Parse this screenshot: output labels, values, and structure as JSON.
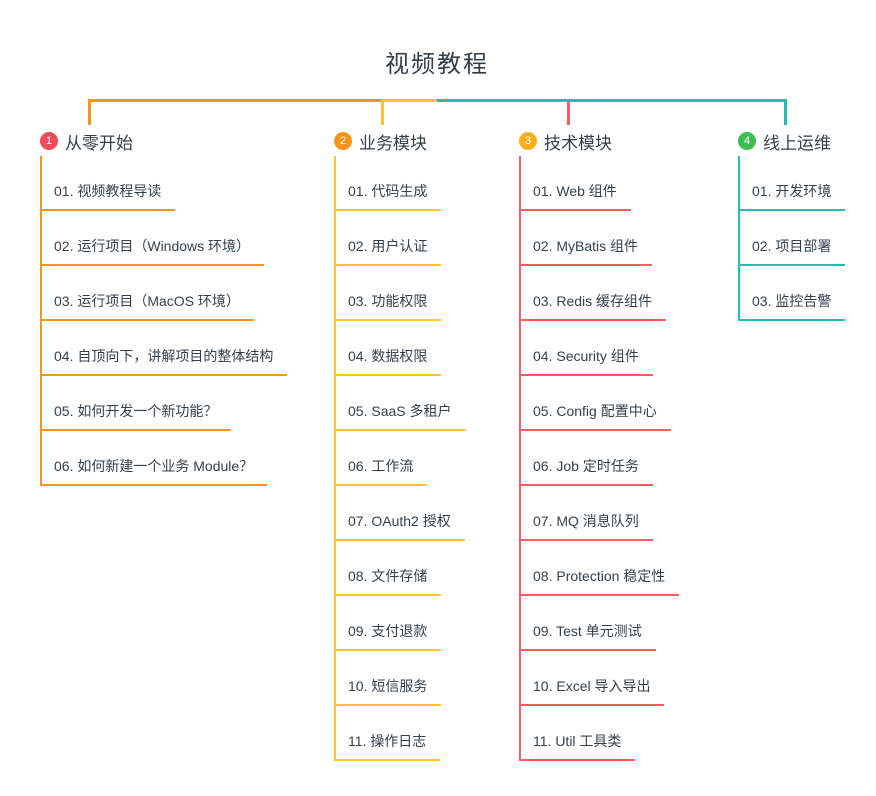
{
  "title": "视频教程",
  "colors": {
    "orange": "#F7941E",
    "yellow": "#FCC230",
    "red": "#FB5C63",
    "teal": "#23BDB1",
    "text": "#353F4A",
    "background": "#FFFFFF"
  },
  "branches": [
    {
      "badge": "1",
      "label": "从零开始",
      "badge_color": "#F04A5B",
      "line_color": "#F7941E",
      "items": [
        "01. 视频教程导读",
        "02. 运行项目（Windows 环境）",
        "03. 运行项目（MacOS 环境）",
        "04. 自顶向下，讲解项目的整体结构",
        "05. 如何开发一个新功能？",
        "06. 如何新建一个业务 Module？"
      ]
    },
    {
      "badge": "2",
      "label": "业务模块",
      "badge_color": "#F7941E",
      "line_color": "#FCC230",
      "items": [
        "01. 代码生成",
        "02. 用户认证",
        "03. 功能权限",
        "04. 数据权限",
        "05. SaaS 多租户",
        "06. 工作流",
        "07. OAuth2 授权",
        "08. 文件存储",
        "09. 支付退款",
        "10. 短信服务",
        "11. 操作日志"
      ]
    },
    {
      "badge": "3",
      "label": "技术模块",
      "badge_color": "#FBAD1C",
      "line_color": "#FB5C63",
      "items": [
        "01. Web 组件",
        "02. MyBatis 组件",
        "03. Redis 缓存组件",
        "04. Security 组件",
        "05. Config 配置中心",
        "06. Job 定时任务",
        "07. MQ 消息队列",
        "08. Protection 稳定性",
        "09. Test 单元测试",
        "10. Excel 导入导出",
        "11. Util 工具类"
      ]
    },
    {
      "badge": "4",
      "label": "线上运维",
      "badge_color": "#3DBE53",
      "line_color": "#23BDB1",
      "items": [
        "01. 开发环境",
        "02. 项目部署",
        "03. 监控告警"
      ]
    }
  ]
}
